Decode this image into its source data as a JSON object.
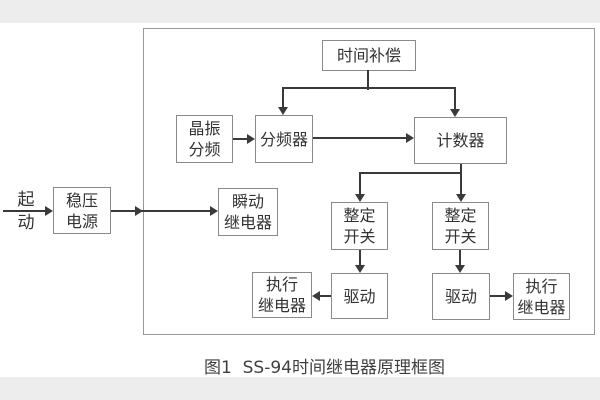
{
  "caption": "图1  SS-94时间继电器原理框图",
  "start_label": "起\n动",
  "blocks": {
    "power_supply": "稳压\n电源",
    "time_compensation": "时间补偿",
    "crystal_divider": "晶振\n分频",
    "frequency_divider": "分频器",
    "counter": "计数器",
    "instant_relay": "瞬动\n继电器",
    "setting_switch": "整定\n开关",
    "drive": "驱动",
    "exec_relay": "执行\n继电器"
  },
  "colors": {
    "band": "#ededee",
    "frame_border": "#999999",
    "box_border": "#8a8a8a",
    "line": "#3a3a3a",
    "text": "#333333"
  }
}
